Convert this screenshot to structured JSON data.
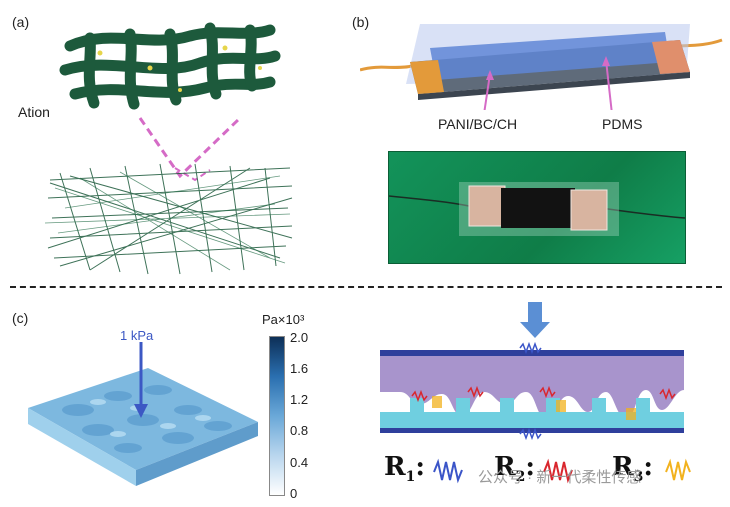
{
  "panels": {
    "a": {
      "label": "(a)",
      "callout": "Ation"
    },
    "b": {
      "label": "(b)",
      "left_caption": "PANI/BC/CH",
      "right_caption": "PDMS"
    },
    "c": {
      "label": "(c)",
      "pressure_label": "1 kPa",
      "colorbar": {
        "unit": "Pa×10³",
        "ticks": [
          "2.0",
          "1.6",
          "1.2",
          "0.8",
          "0.4",
          "0"
        ]
      }
    }
  },
  "resistors": {
    "r1": {
      "symbol": "R",
      "sub": "1",
      "color": "#3b55c8"
    },
    "r2": {
      "symbol": "R",
      "sub": "2",
      "color": "#d9272e"
    },
    "r3": {
      "symbol": "R",
      "sub": "3",
      "color": "#f2b21e"
    }
  },
  "watermark": "公众号 · 新一代柔性传感",
  "colors": {
    "fiber": "#1d5a3c",
    "pink_dash": "#d56bc6",
    "electrode": "#e39a3a",
    "film": "#5f86d6",
    "purple_top": "#a894cc",
    "cyan_base": "#6fcfe0"
  }
}
